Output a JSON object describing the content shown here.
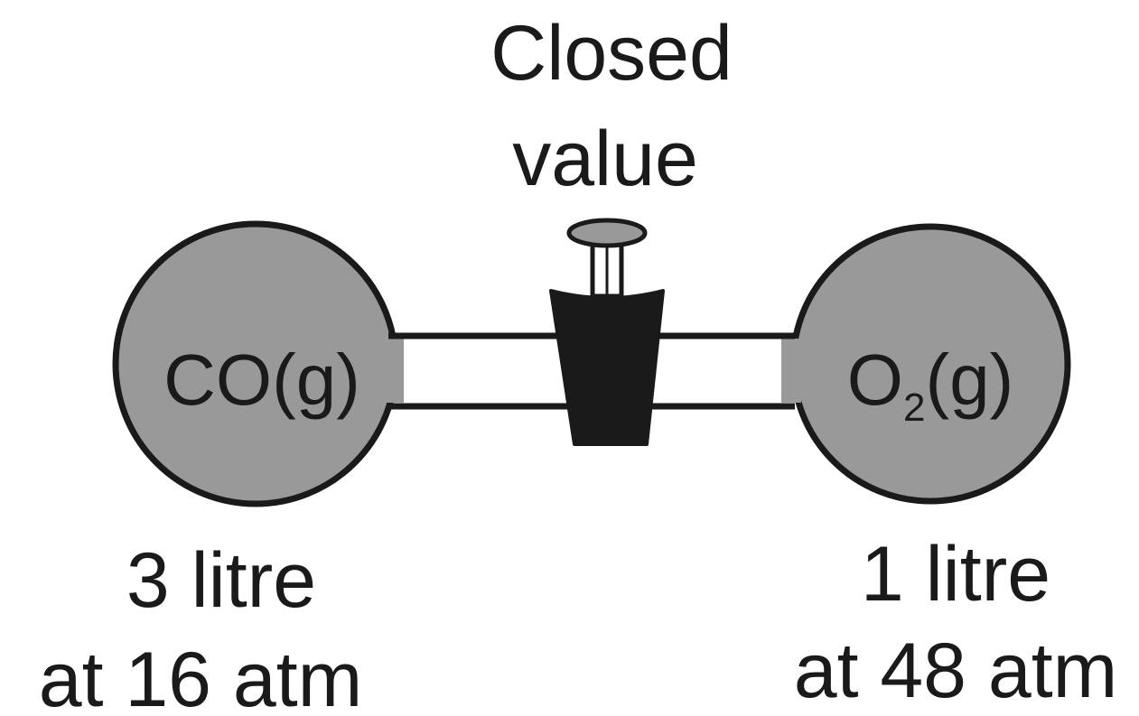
{
  "valve": {
    "line1": "Closed",
    "line2": "value"
  },
  "left_bulb": {
    "label": "CO(g)",
    "volume": "3 litre",
    "pressure": "at 16 atm"
  },
  "right_bulb": {
    "formula_main": "O",
    "formula_subscript": "2",
    "formula_rest": "(g)",
    "volume": "1 litre",
    "pressure": "at 48 atm"
  },
  "colors": {
    "bulb_fill": "#999999",
    "outline": "#1a1a1a",
    "valve_fill": "#1a1a1a",
    "tube_fill": "#ffffff"
  },
  "icons": {
    "valve": "stopcock-valve-icon"
  }
}
